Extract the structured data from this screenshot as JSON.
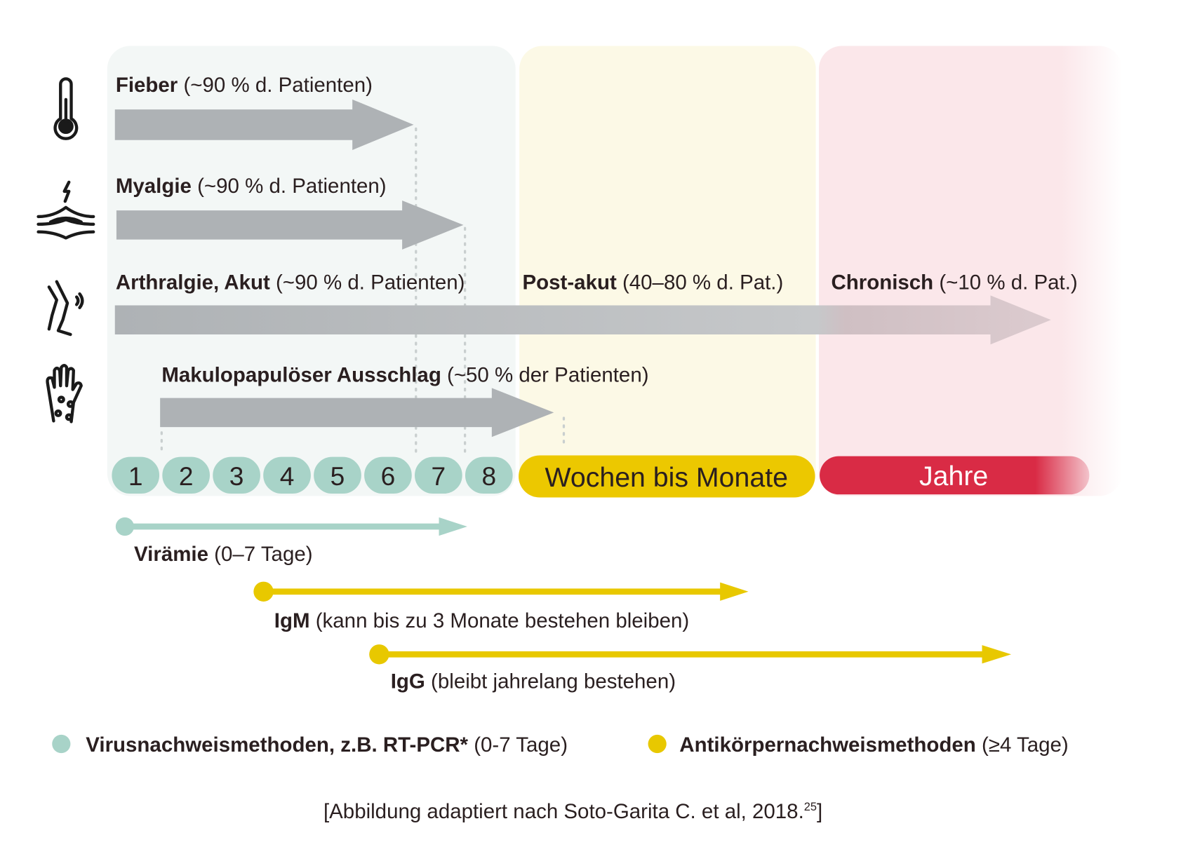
{
  "colors": {
    "teal": "#a8d3c8",
    "yellow": "#ecc800",
    "red": "#d92b45",
    "arrow_gray": "#aeb2b5",
    "panel_acute": "#f3f7f6",
    "panel_postacute": "#fcf9e6",
    "panel_chronic": "#fbe7ea"
  },
  "symptoms": [
    {
      "icon": "thermometer-icon",
      "name": "Fieber",
      "detail": " (~90 % d. Patienten)"
    },
    {
      "icon": "muscle-pain-icon",
      "name": "Myalgie",
      "detail": " (~90 % d. Patienten)"
    },
    {
      "icon": "leg-joint-icon",
      "name": "Arthralgie, Akut",
      "detail": " (~90 % d. Patienten)"
    },
    {
      "icon": "hand-rash-icon",
      "name": "Makulopapulöser Ausschlag",
      "detail": " (~50 % der Patienten)"
    }
  ],
  "phases": [
    {
      "name": "Post-akut",
      "detail": " (40–80 % d. Pat.)"
    },
    {
      "name": "Chronisch",
      "detail": " (~10 % d. Pat.)"
    }
  ],
  "days": [
    "1",
    "2",
    "3",
    "4",
    "5",
    "6",
    "7",
    "8"
  ],
  "periods": {
    "weeks": "Wochen bis Monate",
    "years": "Jahre"
  },
  "diagnostics": [
    {
      "name": "Virämie",
      "detail": " (0–7 Tage)"
    },
    {
      "name": "IgM",
      "detail": " (kann bis zu 3 Monate bestehen bleiben)"
    },
    {
      "name": "IgG",
      "detail": " (bleibt jahrelang bestehen)"
    }
  ],
  "legend": [
    {
      "name": "Virusnachweismethoden, z.B. RT-PCR*",
      "detail": " (0-7 Tage)"
    },
    {
      "name": "Antikörpernachweismethoden",
      "detail": " (≥4 Tage)"
    }
  ],
  "citation": {
    "text": "[Abbildung adaptiert nach Soto-Garita C. et al, 2018.",
    "ref": "25",
    "close": "]"
  }
}
